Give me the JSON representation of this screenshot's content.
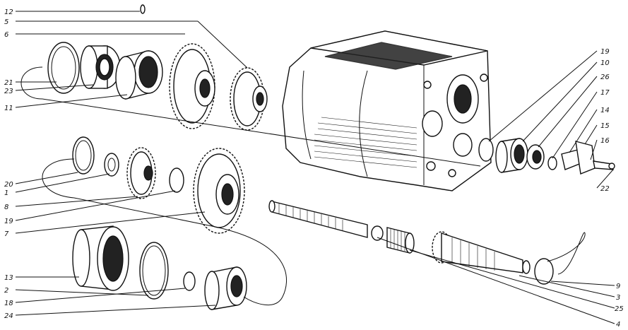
{
  "diagram": {
    "callouts": {
      "c12": "12",
      "c5": "5",
      "c6": "6",
      "c21": "21",
      "c23": "23",
      "c11": "11",
      "c20": "20",
      "c1": "1",
      "c8": "8",
      "c19a": "19",
      "c7": "7",
      "c13": "13",
      "c2": "2",
      "c18": "18",
      "c24": "24",
      "c19b": "19",
      "c10": "10",
      "c26": "26",
      "c17": "17",
      "c14": "14",
      "c15": "15",
      "c16": "16",
      "c22": "22",
      "c9": "9",
      "c3": "3",
      "c25": "25",
      "c4": "4"
    }
  }
}
